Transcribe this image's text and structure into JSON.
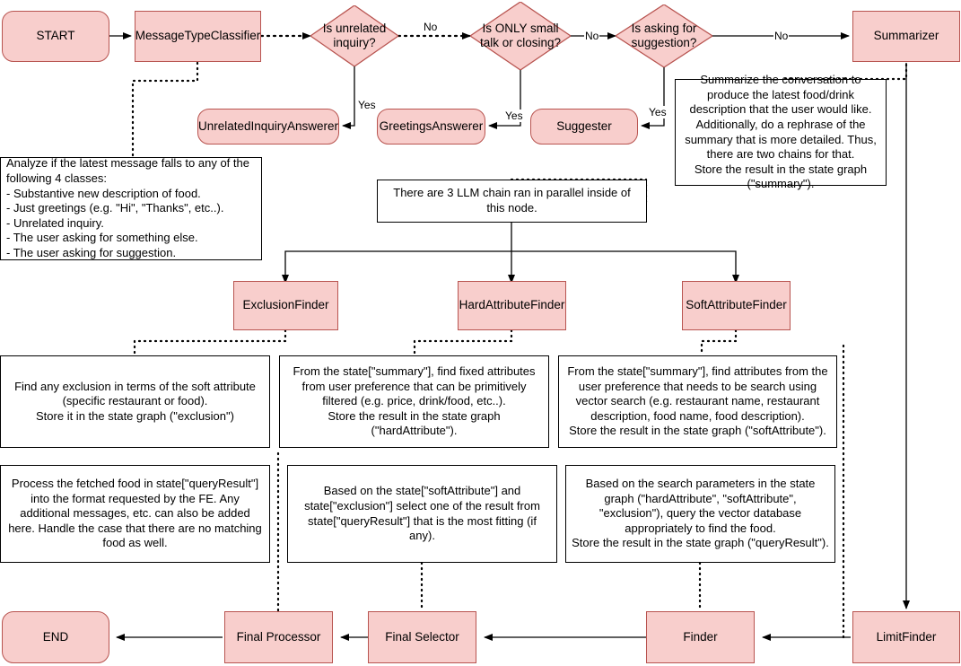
{
  "diagram": {
    "title": "Food Recommendation Agent Flowchart",
    "colors": {
      "node_fill": "#f8cecc",
      "node_border": "#b85450",
      "note_fill": "#ffffff",
      "note_border": "#000000",
      "edge": "#000000",
      "background": "#ffffff"
    },
    "nodes": [
      {
        "id": "start",
        "label": "START"
      },
      {
        "id": "messagetypeclassifier",
        "label": "MessageTypeClassifier"
      },
      {
        "id": "is-unrelated",
        "label": "Is unrelated inquiry?"
      },
      {
        "id": "is-small-talk",
        "label": "Is ONLY small talk or closing?"
      },
      {
        "id": "is-suggestion",
        "label": "Is asking for suggestion?"
      },
      {
        "id": "summarizer",
        "label": "Summarizer"
      },
      {
        "id": "unrelatedinquiryanswerer",
        "label": "UnrelatedInquiryAnswerer"
      },
      {
        "id": "greetingsanswerer",
        "label": "GreetingsAnswerer"
      },
      {
        "id": "suggester",
        "label": "Suggester"
      },
      {
        "id": "exclusionfinder",
        "label": "ExclusionFinder"
      },
      {
        "id": "hardattributefinder",
        "label": "HardAttributeFinder"
      },
      {
        "id": "softattributefinder",
        "label": "SoftAttributeFinder"
      },
      {
        "id": "end",
        "label": "END"
      },
      {
        "id": "finalprocessor",
        "label": "Final Processor"
      },
      {
        "id": "finalselector",
        "label": "Final Selector"
      },
      {
        "id": "finder",
        "label": "Finder"
      },
      {
        "id": "limitfinder",
        "label": "LimitFinder"
      }
    ],
    "notes": {
      "classifier_note": "Analyze if the latest message falls to any of the following 4 classes:\n- Substantive new description of food.\n- Just greetings (e.g. \"Hi\", \"Thanks\", etc..).\n- Unrelated inquiry.\n- The user asking for something else.\n- The user asking for suggestion.",
      "summarizer_note": "Summarize the conversation to produce the latest food/drink description that the user would like. Additionally, do a rephrase of the summary that is more detailed. Thus, there are two chains for that.\nStore the result in the state graph (\"summary\").",
      "parallel_note": "There are 3 LLM chain ran in parallel inside of this node.",
      "exclusion_note": "Find any exclusion in terms of the soft attribute (specific restaurant or food).\nStore it in the state graph (\"exclusion\")",
      "hardattribute_note": "From the state[\"summary\"], find fixed attributes from user preference that can be primitively filtered (e.g. price, drink/food, etc..).\nStore the result in the state graph (\"hardAttribute\").",
      "softattribute_note": "From the state[\"summary\"], find attributes from the user preference that needs to be search using vector search (e.g. restaurant name, restaurant description, food name, food description).\nStore the result in the state graph (\"softAttribute\").",
      "finalprocessor_note": "Process the fetched food in state[\"queryResult\"] into the format requested by the FE. Any additional messages, etc. can also be added here. Handle the case that there are no matching food as well.",
      "finalselector_note": "Based on the state[\"softAttribute\"] and state[\"exclusion\"] select one of the result from state[\"queryResult\"] that is the most fitting (if any).",
      "finder_note": "Based on the search parameters in the state graph (\"hardAttribute\", \"softAttribute\", \"exclusion\"), query the vector database appropriately to find the food.\nStore the result in the state graph (\"queryResult\")."
    },
    "edge_labels": {
      "unrelated_no": "No",
      "unrelated_yes": "Yes",
      "smalltalk_no": "No",
      "smalltalk_yes": "Yes",
      "suggestion_no": "No",
      "suggestion_yes": "Yes"
    }
  }
}
